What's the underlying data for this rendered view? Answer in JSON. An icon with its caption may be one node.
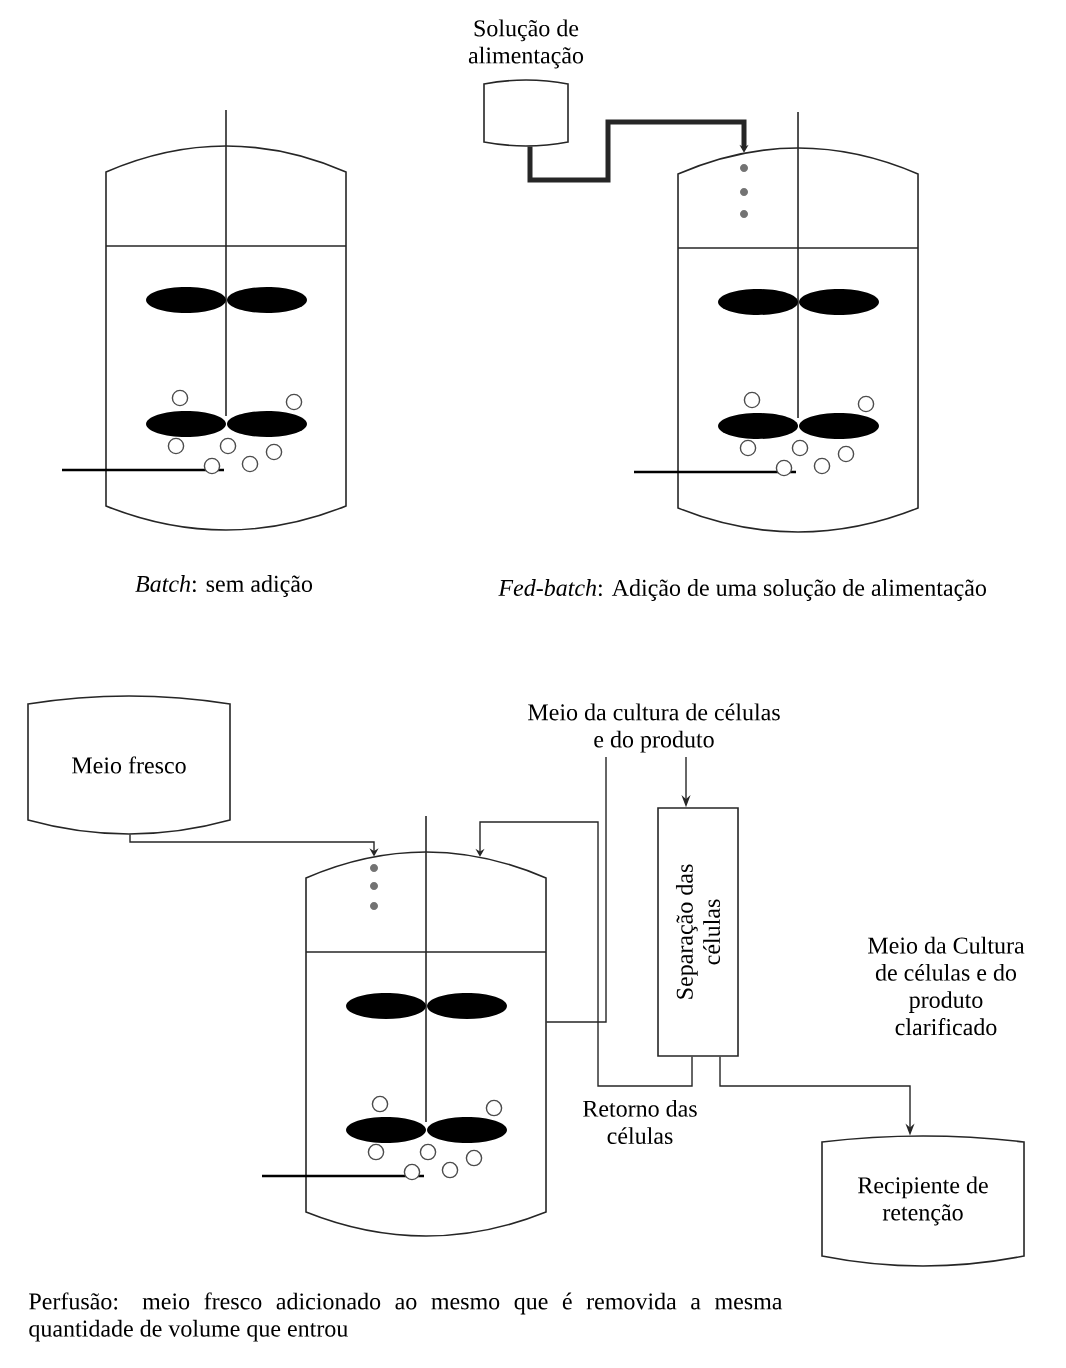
{
  "diagram": {
    "nodes": [
      {
        "text": [],
        "shape": "picture",
        "beside": [
          "*Batch*: sem adição"
        ]
      },
      {
        "text": [
          "Solução de alimentação"
        ]
      },
      {
        "text": [],
        "shape": "picture",
        "beside": [
          "*Fed-batch*: Adição de uma solução de alimentação"
        ]
      },
      {
        "text": [
          "Meio fresco"
        ]
      },
      {
        "text": [
          "Meio da cultura de células e do produto"
        ]
      },
      {
        "text": [],
        "shape": "picture",
        "beside": [
          "Perfusão: meio fresco adicionado ao mesmo que é removida a mesma quantidade de volume que entrou"
        ]
      },
      {
        "text": [
          "Separação das células"
        ]
      },
      {
        "text": [
          "Recipiente de retenção"
        ]
      }
    ],
    "edges": [
      {
        "from": 1,
        "to": 2,
        "arrow": "to",
        "style": "thick"
      },
      {
        "from": 3,
        "to": 5,
        "arrow": "to"
      },
      {
        "from": 5,
        "to": 4,
        "arrow": "none"
      },
      {
        "from": 4,
        "to": 6,
        "arrow": "to"
      },
      {
        "from": 6,
        "to": 5,
        "arrow": "to",
        "label": "Retorno das células"
      },
      {
        "from": 6,
        "to": 7,
        "arrow": "to",
        "label": "Meio da Cultura de células e do produto clarificado"
      }
    ]
  }
}
